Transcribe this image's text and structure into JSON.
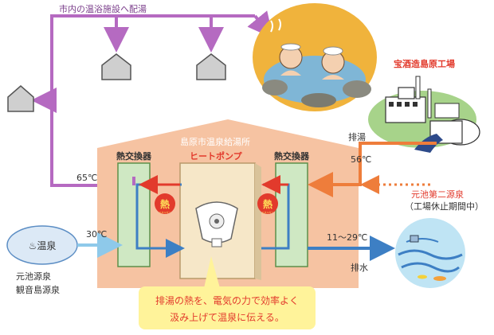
{
  "labels": {
    "distribution": "市内の温浴施設へ配湯",
    "facility": "島原市温泉給湯所",
    "heat_pump": "ヒートポンプ",
    "hx_left": "熱交換器",
    "hx_right": "熱交換器",
    "heat_badge": "熱",
    "heat_badge_sub": "エネルギー",
    "brewery": "宝酒造島原工場",
    "wastewater": "排湯",
    "temp_56": "56℃",
    "temp_65": "65℃",
    "temp_30": "30℃",
    "temp_out": "11～29℃",
    "discharge": "排水",
    "motoike2": "元池第二源泉",
    "factory_closed": "（工場休止期間中）",
    "hot_spring": "♨温泉",
    "motoike_src": "元池源泉",
    "kannonjima_src": "観音島源泉",
    "caption_line1": "排湯の熱を、電気の力で効率よく",
    "caption_line2": "汲み上げて温泉に伝える。"
  },
  "colors": {
    "purple": "#b56ac1",
    "orange": "#ee7d3b",
    "blue": "#3d7fc4",
    "light_blue": "#8ec9ea",
    "red": "#e23a2c",
    "facility_bg": "#f6c3a2",
    "caption_bg": "#fff39a"
  }
}
